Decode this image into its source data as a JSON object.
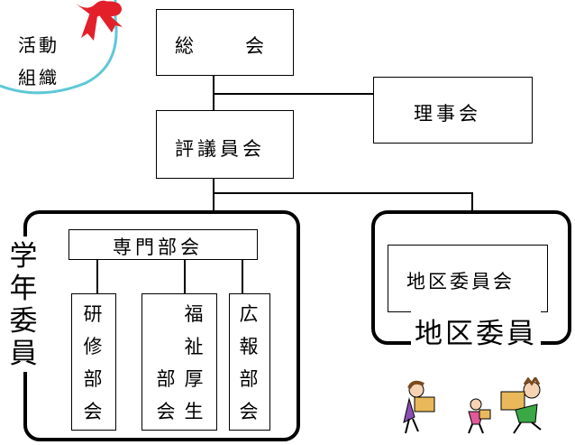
{
  "badge": {
    "line1": "活動",
    "line2": "組織"
  },
  "nodes": {
    "general_assembly": "総　　会",
    "board": "理事会",
    "council": "評議員会",
    "specialized": "専門部会",
    "district_committee": "地区委員会"
  },
  "groups": {
    "grade_committee": [
      "学",
      "年",
      "委",
      "員"
    ],
    "district_members": "地区委員"
  },
  "subcommittees": {
    "research": [
      "研",
      "修",
      "部",
      "会"
    ],
    "welfare_col1": [
      "福",
      "祉",
      "厚",
      "生"
    ],
    "welfare_col2": [
      "部",
      "会"
    ],
    "pr": [
      "広",
      "報",
      "部",
      "会"
    ]
  }
}
